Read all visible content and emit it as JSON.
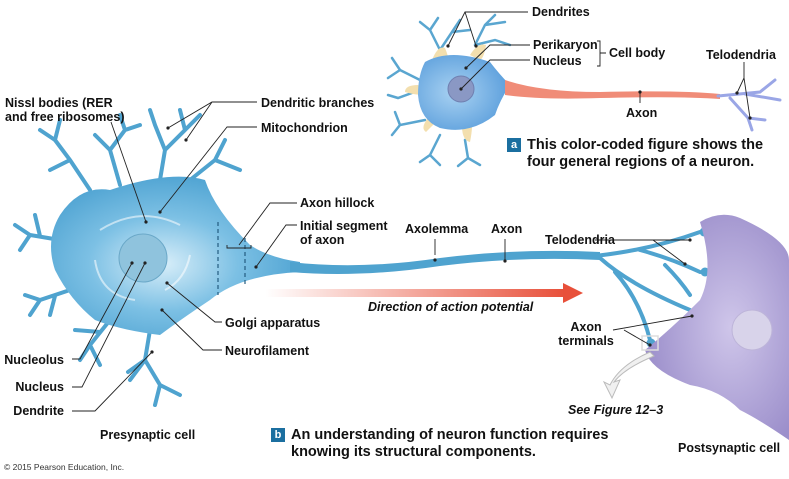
{
  "panel_a": {
    "labels": {
      "dendrites": "Dendrites",
      "perikaryon": "Perikaryon",
      "nucleus": "Nucleus",
      "cell_body": "Cell body",
      "telodendria": "Telodendria",
      "axon": "Axon"
    },
    "badge": "a",
    "caption_line1": "This color-coded figure shows the",
    "caption_line2": "four general regions of a neuron.",
    "colors": {
      "dendrites": "#f6e3b4",
      "cell_body": "#6aa8e0",
      "axon": "#f08c78",
      "telodendria": "#9aa6e6"
    }
  },
  "panel_b": {
    "labels": {
      "nissl_line1": "Nissl bodies (RER",
      "nissl_line2": "and free ribosomes)",
      "dendritic_branches": "Dendritic branches",
      "mitochondrion": "Mitochondrion",
      "axon_hillock": "Axon hillock",
      "initial_segment_line1": "Initial segment",
      "initial_segment_line2": "of axon",
      "axolemma": "Axolemma",
      "axon": "Axon",
      "telodendria": "Telodendria",
      "direction": "Direction of action potential",
      "golgi": "Golgi apparatus",
      "neurofilament": "Neurofilament",
      "nucleolus": "Nucleolus",
      "nucleus": "Nucleus",
      "dendrite": "Dendrite",
      "axon_terminals_line1": "Axon",
      "axon_terminals_line2": "terminals",
      "see_figure": "See Figure 12–3",
      "presynaptic": "Presynaptic cell",
      "postsynaptic": "Postsynaptic cell"
    },
    "badge": "b",
    "caption_line1": "An understanding of neuron function requires",
    "caption_line2": "knowing its structural components.",
    "colors": {
      "neuron": "#5aaed8",
      "postsynaptic": "#a89bd0",
      "arrow": "#e8503a"
    }
  },
  "copyright": "© 2015 Pearson Education, Inc."
}
